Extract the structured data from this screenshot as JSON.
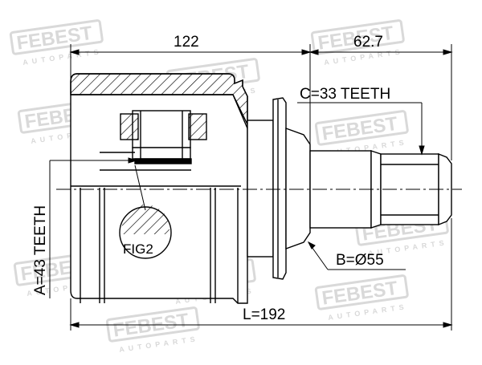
{
  "dimensions": {
    "top_width": "122",
    "spline_length": "62.7",
    "total_length": "L=192"
  },
  "callouts": {
    "outer_spline": "C=33 TEETH",
    "inner_spline": "A=43 TEETH",
    "seal_diameter": "B=Ø55",
    "detail_ref": "FIG2"
  },
  "watermark": {
    "brand": "FEBEST",
    "subtitle": "AUTOPARTS"
  },
  "colors": {
    "line": "#000000",
    "watermark": "#d9d9d9",
    "background": "#ffffff"
  }
}
